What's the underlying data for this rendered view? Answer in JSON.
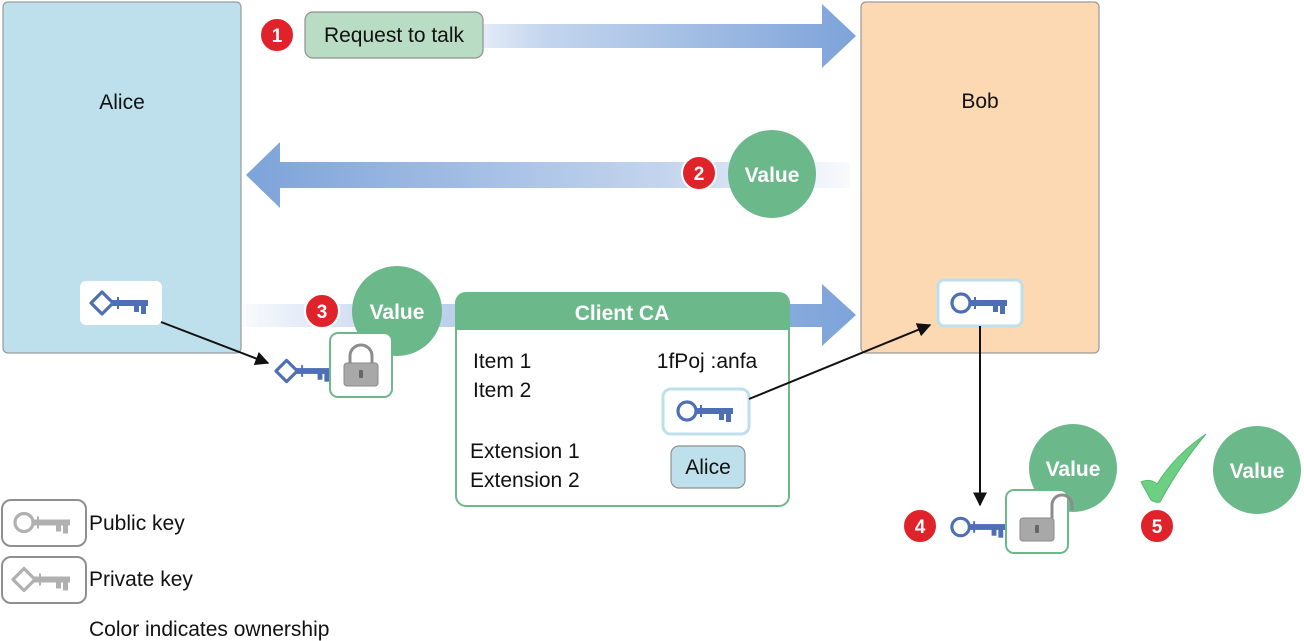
{
  "diagram": {
    "alice_title": "Alice",
    "bob_title": "Bob",
    "steps": {
      "s1": "1",
      "s2": "2",
      "s3": "3",
      "s4": "4",
      "s5": "5"
    },
    "request_label": "Request to talk",
    "value_label": "Value",
    "certificate": {
      "title": "Client CA",
      "item1": "Item 1",
      "item2": "Item 2",
      "signature": "1fPoj :anfa",
      "ext1": "Extension 1",
      "ext2": "Extension 2",
      "owner": "Alice"
    },
    "legend": {
      "public_key": "Public key",
      "private_key": "Private key",
      "note": "Color indicates ownership"
    },
    "colors": {
      "alice": "#bde0ec",
      "bob": "#fcd9b3",
      "value_green": "#6bb88a",
      "step_red": "#e0232b",
      "arrow_blue": "#7da3d9",
      "key_blue": "#4e6fb5",
      "check_green": "#6ccf84"
    }
  }
}
